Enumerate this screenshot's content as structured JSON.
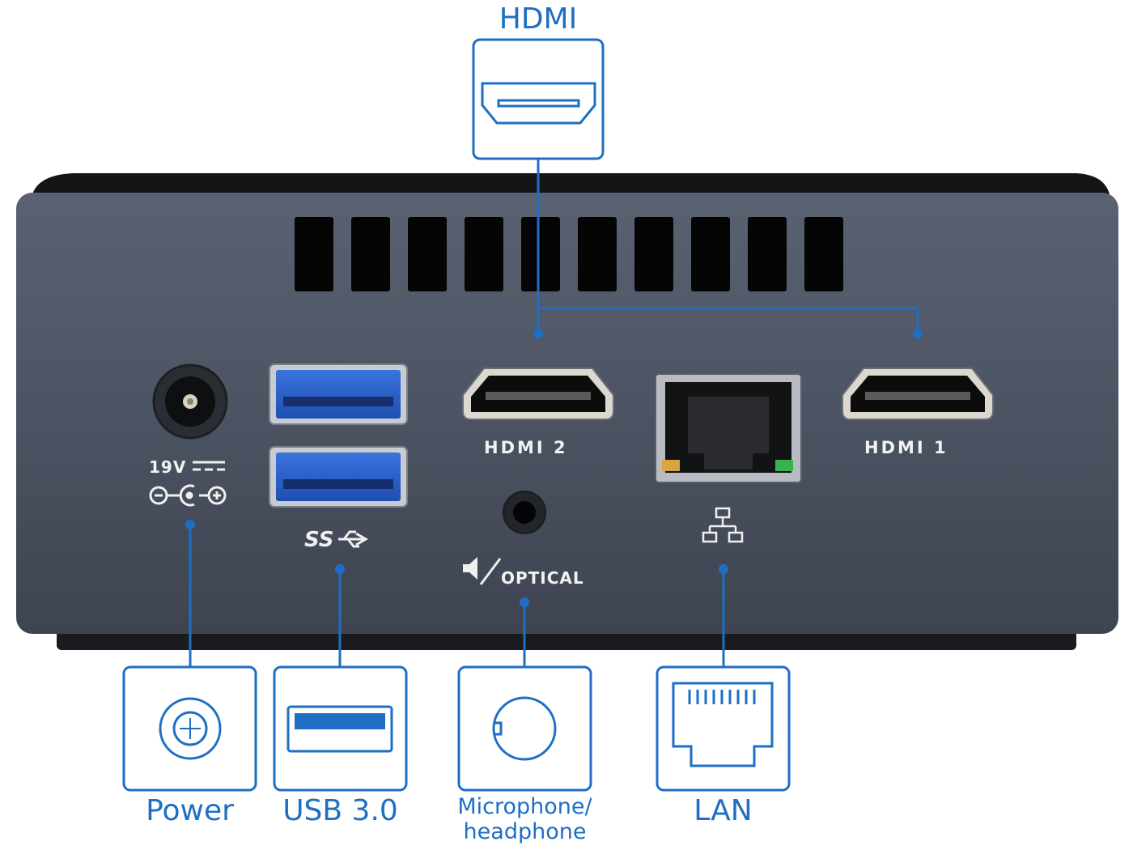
{
  "top_callout": {
    "label": "HDMI",
    "icon": "hdmi-port-icon"
  },
  "device": {
    "name_visible": false,
    "color_body": "#4a5160",
    "color_top": "#121315",
    "port_markings": {
      "hdmi_2": "HDMI 2",
      "hdmi_1": "HDMI 1",
      "voltage": "19V",
      "usb_logo": "SS",
      "audio": "OPTICAL"
    }
  },
  "bottom_callouts": [
    {
      "label": "Power",
      "icon": "power-jack-icon"
    },
    {
      "label": "USB 3.0",
      "icon": "usb-port-icon"
    },
    {
      "label": "Microphone/",
      "label2": "headphone",
      "icon": "audio-jack-icon"
    },
    {
      "label": "LAN",
      "icon": "rj45-port-icon"
    }
  ],
  "colors": {
    "accent": "#1e6fc4",
    "usb_blue": "#2f62c9",
    "led_green": "#38b24a",
    "led_amber": "#d9a441"
  }
}
